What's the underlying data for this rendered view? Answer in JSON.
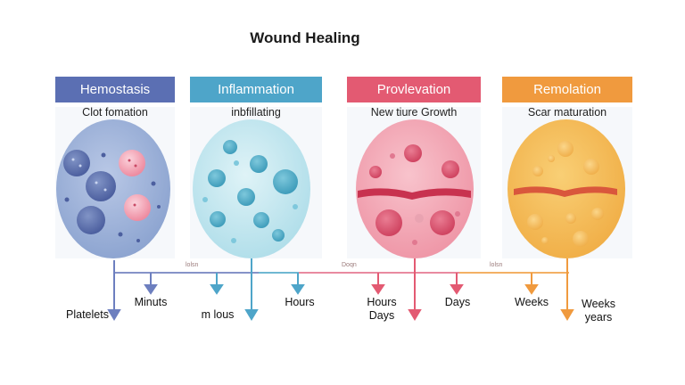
{
  "title": "Wound Healing",
  "phases": [
    {
      "name": "Hemostasis",
      "subtitle": "Clot fomation",
      "color": "#5b6fb3",
      "body_color": "#9ab0d6"
    },
    {
      "name": "Inflammation",
      "subtitle": "inbfillating",
      "color": "#4ea5c9",
      "body_color": "#bfe6ef"
    },
    {
      "name": "Provlevation",
      "subtitle": "New tiure Growth",
      "color": "#e35a72",
      "body_color": "#f3a9b6"
    },
    {
      "name": "Remolation",
      "subtitle": "Scar maturation",
      "color": "#f09a3e",
      "body_color": "#f5c060"
    }
  ],
  "timeline": {
    "labels": [
      "Platelets",
      "Minuts",
      "m lous",
      "Hours",
      "Hours Days",
      "Days",
      "Weeks",
      "Weeks years"
    ],
    "notes": [
      "lolsn",
      "Doqn",
      "lolsn"
    ]
  }
}
